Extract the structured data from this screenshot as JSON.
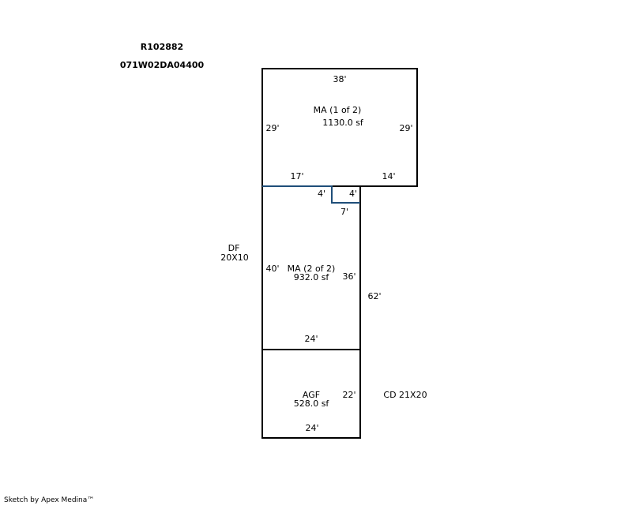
{
  "header": {
    "account": "R102882",
    "map_tax_lot": "071W02DA04400"
  },
  "colors": {
    "outline": "#000000",
    "shared_wall": "#1f4e79",
    "background": "#ffffff"
  },
  "areas": {
    "ma1": {
      "name": "MA (1 of 2)",
      "area": "1130.0 sf"
    },
    "ma2": {
      "name": "MA (2 of 2)",
      "area": "932.0 sf"
    },
    "agf": {
      "name": "AGF",
      "area": "528.0 sf"
    }
  },
  "dimensions": {
    "ma1_top": "38'",
    "ma1_left": "29'",
    "ma1_right": "29'",
    "ma1_bottom_left": "17'",
    "ma1_bottom_right": "14'",
    "notch_left": "4'",
    "notch_right": "4'",
    "notch_bottom": "7'",
    "ma2_left": "40'",
    "ma2_right": "36'",
    "outer_right": "62'",
    "ma2_bottom": "24'",
    "agf_right": "22'",
    "agf_bottom": "24'"
  },
  "notes": {
    "df_label": "DF",
    "df_size": "20X10",
    "cd_label": "CD 21X20"
  },
  "footer": {
    "credit": "Sketch by Apex Medina™"
  }
}
